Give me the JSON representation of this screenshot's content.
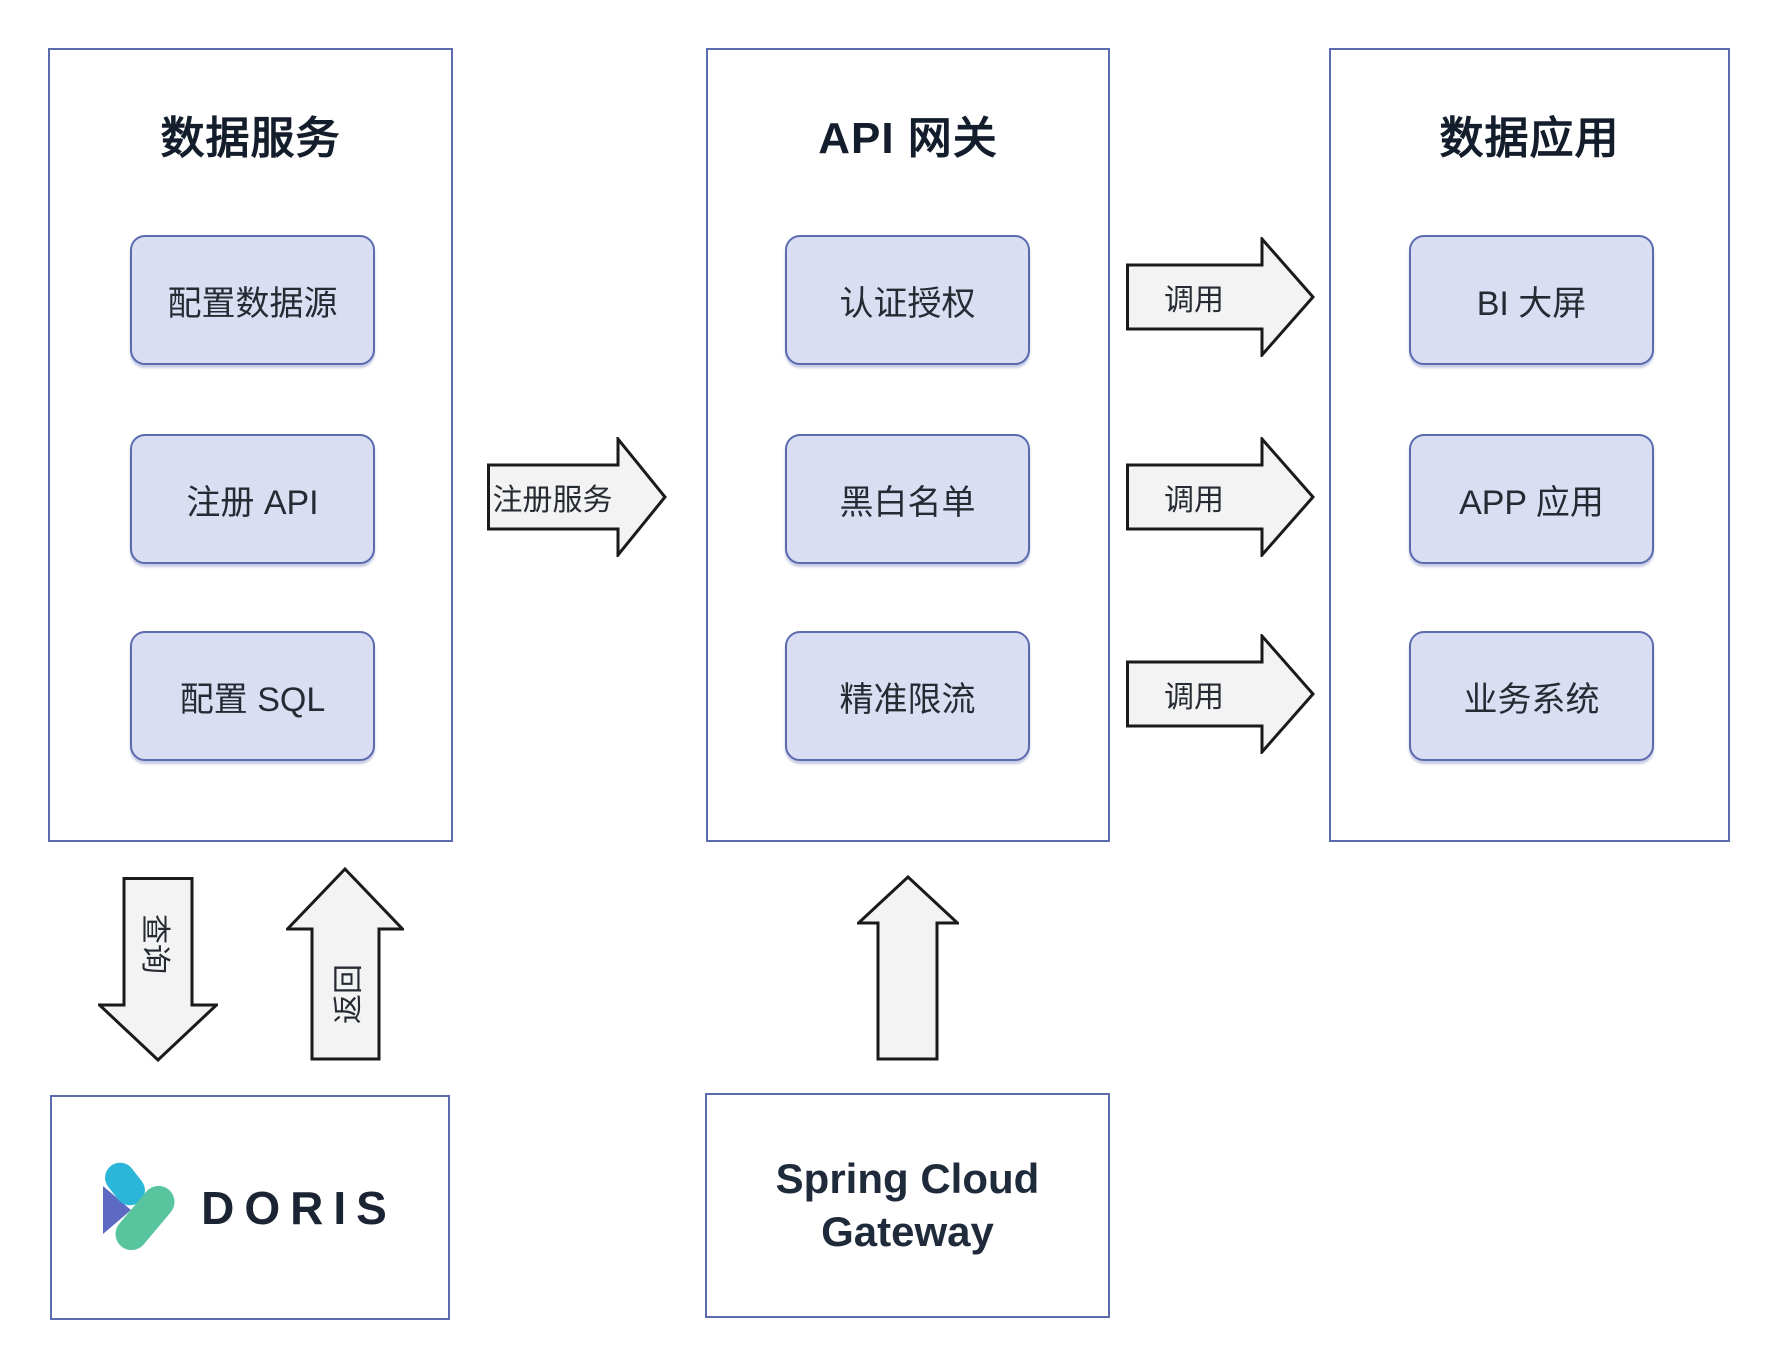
{
  "groups": [
    {
      "title": "数据服务",
      "items": [
        "配置数据源",
        "注册 API",
        "配置 SQL"
      ]
    },
    {
      "title": "API 网关",
      "items": [
        "认证授权",
        "黑白名单",
        "精准限流"
      ]
    },
    {
      "title": "数据应用",
      "items": [
        "BI 大屏",
        "APP 应用",
        "业务系统"
      ]
    }
  ],
  "arrows": {
    "register_label": "注册服务",
    "invoke_labels": [
      "调用",
      "调用",
      "调用"
    ],
    "query_label": "查询",
    "return_label": "返回"
  },
  "footer": {
    "doris_label": "DORIS",
    "gateway_label": "Spring Cloud Gateway"
  },
  "colors": {
    "container_border": "#5b6bae",
    "item_fill": "#d9def2",
    "arrow_fill": "#f3f3f3",
    "arrow_stroke": "#1a1a1a",
    "title_text": "#141d2b",
    "doris_purple": "#5c6ac4",
    "doris_cyan": "#29b6d8",
    "doris_green": "#58c59e"
  }
}
